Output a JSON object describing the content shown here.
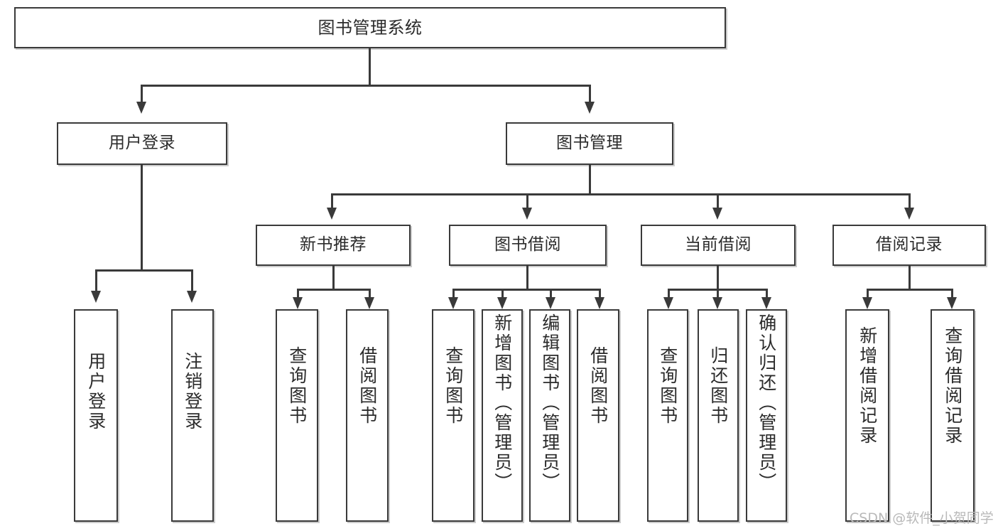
{
  "diagram": {
    "type": "tree",
    "title": "图书管理系统",
    "orientation": "top-down",
    "style": {
      "box_border_color": "#3a3a3a",
      "box_fill_color": "#ffffff",
      "connector_color": "#3a3a3a",
      "background_color": "#ffffff",
      "text_color": "#2b2b2b"
    },
    "levels": [
      {
        "level": 1,
        "nodes": [
          {
            "id": "root",
            "label": "图书管理系统",
            "orientation": "horizontal"
          }
        ]
      },
      {
        "level": 2,
        "nodes": [
          {
            "id": "login",
            "label": "用户登录",
            "orientation": "horizontal",
            "parent": "root"
          },
          {
            "id": "bookmgmt",
            "label": "图书管理",
            "orientation": "horizontal",
            "parent": "root"
          }
        ]
      },
      {
        "level": 3,
        "nodes": [
          {
            "id": "newbook",
            "label": "新书推荐",
            "orientation": "horizontal",
            "parent": "bookmgmt"
          },
          {
            "id": "borrow",
            "label": "图书借阅",
            "orientation": "horizontal",
            "parent": "bookmgmt"
          },
          {
            "id": "current",
            "label": "当前借阅",
            "orientation": "horizontal",
            "parent": "bookmgmt"
          },
          {
            "id": "records",
            "label": "借阅记录",
            "orientation": "horizontal",
            "parent": "bookmgmt"
          }
        ]
      },
      {
        "level": 4,
        "nodes": [
          {
            "id": "leaf1",
            "label": "用户登录",
            "orientation": "vertical",
            "parent": "login"
          },
          {
            "id": "leaf2",
            "label": "注销登录",
            "orientation": "vertical",
            "parent": "login"
          },
          {
            "id": "leaf3",
            "label": "查询图书",
            "orientation": "vertical",
            "parent": "newbook"
          },
          {
            "id": "leaf4",
            "label": "借阅图书",
            "orientation": "vertical",
            "parent": "newbook"
          },
          {
            "id": "leaf5",
            "label": "查询图书",
            "orientation": "vertical",
            "parent": "borrow"
          },
          {
            "id": "leaf6",
            "label": "新增图书（管理员）",
            "orientation": "vertical",
            "parent": "borrow"
          },
          {
            "id": "leaf7",
            "label": "编辑图书（管理员）",
            "orientation": "vertical",
            "parent": "borrow"
          },
          {
            "id": "leaf8",
            "label": "借阅图书",
            "orientation": "vertical",
            "parent": "borrow"
          },
          {
            "id": "leaf9",
            "label": "查询图书",
            "orientation": "vertical",
            "parent": "current"
          },
          {
            "id": "leaf10",
            "label": "归还图书",
            "orientation": "vertical",
            "parent": "current"
          },
          {
            "id": "leaf11",
            "label": "确认归还（管理员）",
            "orientation": "vertical",
            "parent": "current"
          },
          {
            "id": "leaf12",
            "label": "新增借阅记录",
            "orientation": "vertical",
            "parent": "records"
          },
          {
            "id": "leaf13",
            "label": "查询借阅记录",
            "orientation": "vertical",
            "parent": "records"
          }
        ]
      }
    ]
  },
  "watermark": {
    "text": "CSDN @软件_小贺同学"
  }
}
